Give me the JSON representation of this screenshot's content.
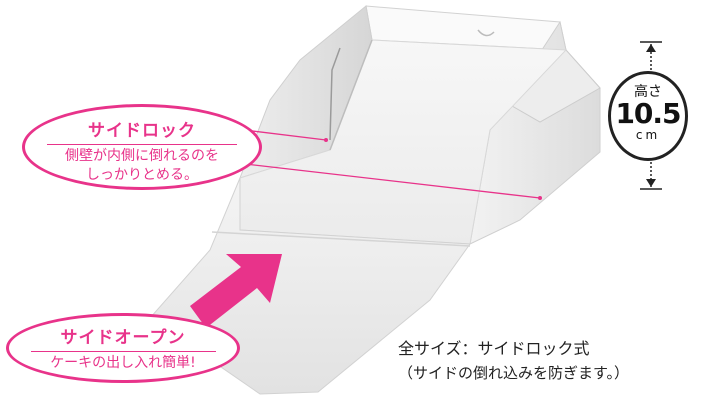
{
  "callouts": {
    "side_lock": {
      "title": "サイドロック",
      "line1": "側壁が内側に倒れるのを",
      "line2": "しっかりとめる。"
    },
    "side_open": {
      "title": "サイドオープン",
      "line1": "ケーキの出し入れ簡単!"
    }
  },
  "height": {
    "label": "高さ",
    "value": "10.5",
    "unit": "cm"
  },
  "caption": {
    "line1": "全サイズ：サイドロック式",
    "line2": "（サイドの倒れ込みを防ぎます。）"
  },
  "colors": {
    "accent": "#e8338a",
    "box_white": "#ffffff",
    "box_shadow": "#d9d9d9",
    "badge": "#222222"
  }
}
